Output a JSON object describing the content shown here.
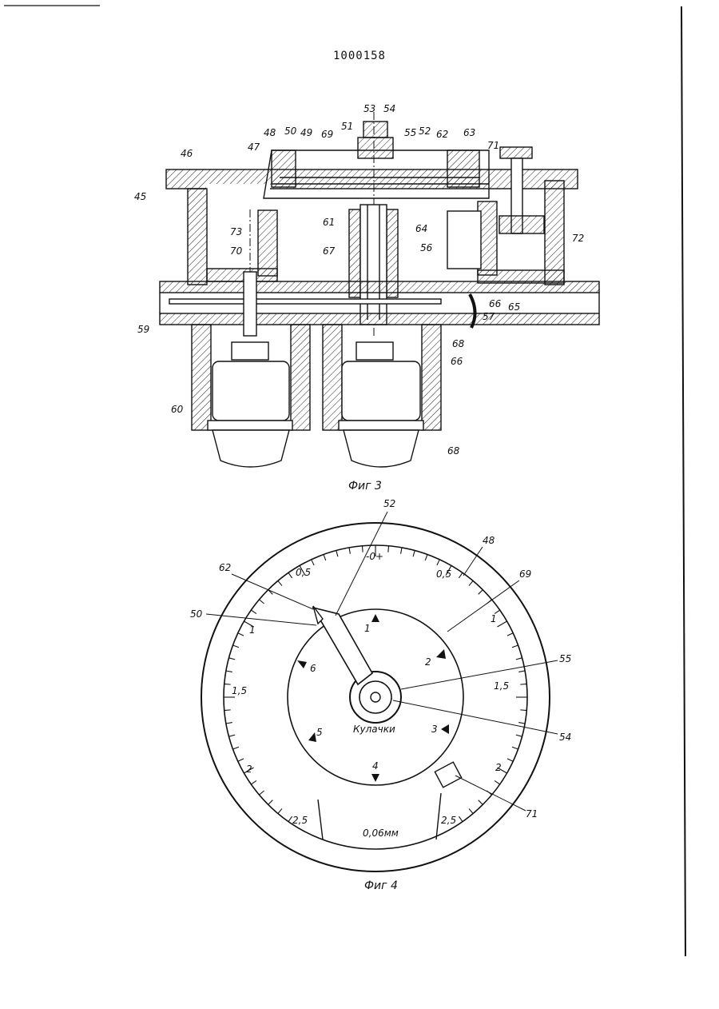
{
  "document": {
    "patent_number": "1000158"
  },
  "figure3": {
    "caption": "Фиг 3",
    "labels": {
      "l45": "45",
      "l46": "46",
      "l47": "47",
      "l48": "48",
      "l50": "50",
      "l49": "49",
      "l69": "69",
      "l51": "51",
      "l53": "53",
      "l54": "54",
      "l55": "55",
      "l52": "52",
      "l62": "62",
      "l63": "63",
      "l71": "71",
      "l72": "72",
      "l73": "73",
      "l70": "70",
      "l61": "61",
      "l67": "67",
      "l64": "64",
      "l56": "56",
      "l59": "59",
      "l66": "66",
      "l57": "57",
      "l68a": "68",
      "l66b": "66",
      "l65": "65",
      "l60": "60",
      "l68b": "68"
    }
  },
  "figure4": {
    "caption": "Фиг 4",
    "center_text": "Кулачки",
    "unit_text": "0,06мм",
    "zero_mark": "-0+",
    "scale_labels": {
      "left_05": "0,5",
      "right_05": "0,5",
      "left_1": "1",
      "right_1": "1",
      "left_15": "1,5",
      "right_15": "1,5",
      "left_2": "2",
      "right_2": "2",
      "left_25": "2,5",
      "right_25": "2,5"
    },
    "cam_marks": {
      "m1": "1",
      "m2": "2",
      "m3": "3",
      "m4": "4",
      "m5": "5",
      "m6": "6"
    },
    "labels": {
      "l52": "52",
      "l48": "48",
      "l62": "62",
      "l69": "69",
      "l50": "50",
      "l55": "55",
      "l54": "54",
      "l71": "71"
    }
  }
}
